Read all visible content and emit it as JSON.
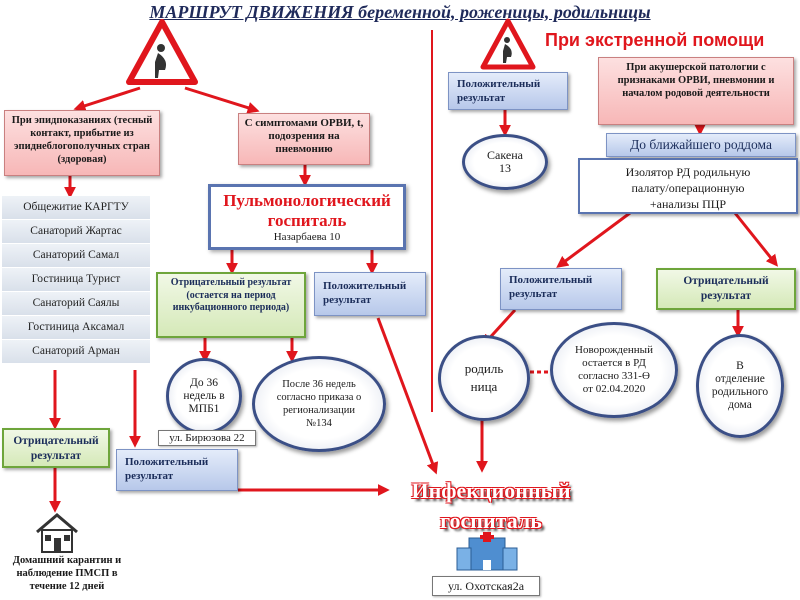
{
  "title": "МАРШРУТ ДВИЖЕНИЯ беременной, роженицы, родильницы",
  "emergency_heading": "При экстренной помощи",
  "left": {
    "epid_box": "При эпидпоказаниях (тесный контакт, прибытие из эпиднеблогополучных стран (здоровая)",
    "list": [
      "Общежитие КАРГТУ",
      "Санаторий Жартас",
      "Санаторий Самал",
      "Гостиница Турист",
      "Санаторий Саялы",
      "Гостиница Аксамал",
      "Санаторий Арман"
    ],
    "negative": "Отрицательный результат",
    "positive": "Положительный результат",
    "home": "Домашний карантин и наблюдение ПМСП в течение 12 дней"
  },
  "middle": {
    "orvi_box": "С симптомами ОРВИ, t, подозрения на пневмонию",
    "pulmo_title": "Пульмонологический госпиталь",
    "pulmo_addr": "Назарбаева 10",
    "negative": "Отрицательный результат (остается на период инкубационного периода)",
    "positive": "Положительный результат",
    "before36": "До 36 недель в МПБ1",
    "after36": "После 36 недель согласно приказа о регионализации №134",
    "address": "ул. Бирюзова 22"
  },
  "infection": {
    "title": "Инфекционный госпиталь",
    "address": "ул. Охотская2а"
  },
  "right": {
    "positive_top": "Положительный результат",
    "sakena": "Сакена 13",
    "obstetric_box": "При акушерской патологии с признаками ОРВИ, пневмонии и началом родовой деятельности",
    "nearest": "До ближайшего роддома",
    "isolator": "Изолятор РД родильную палату/операционную +анализы ПЦР",
    "positive": "Положительный результат",
    "negative": "Отрицательный результат",
    "mother": "родиль ница",
    "newborn": "Новорожденный остается в РД согласно 331-Ө от 02.04.2020",
    "home_dept": "В отделение родильного дома"
  },
  "colors": {
    "arrow": "#e0161d",
    "title": "#1f2a5a",
    "accent_red": "#e0161d"
  }
}
